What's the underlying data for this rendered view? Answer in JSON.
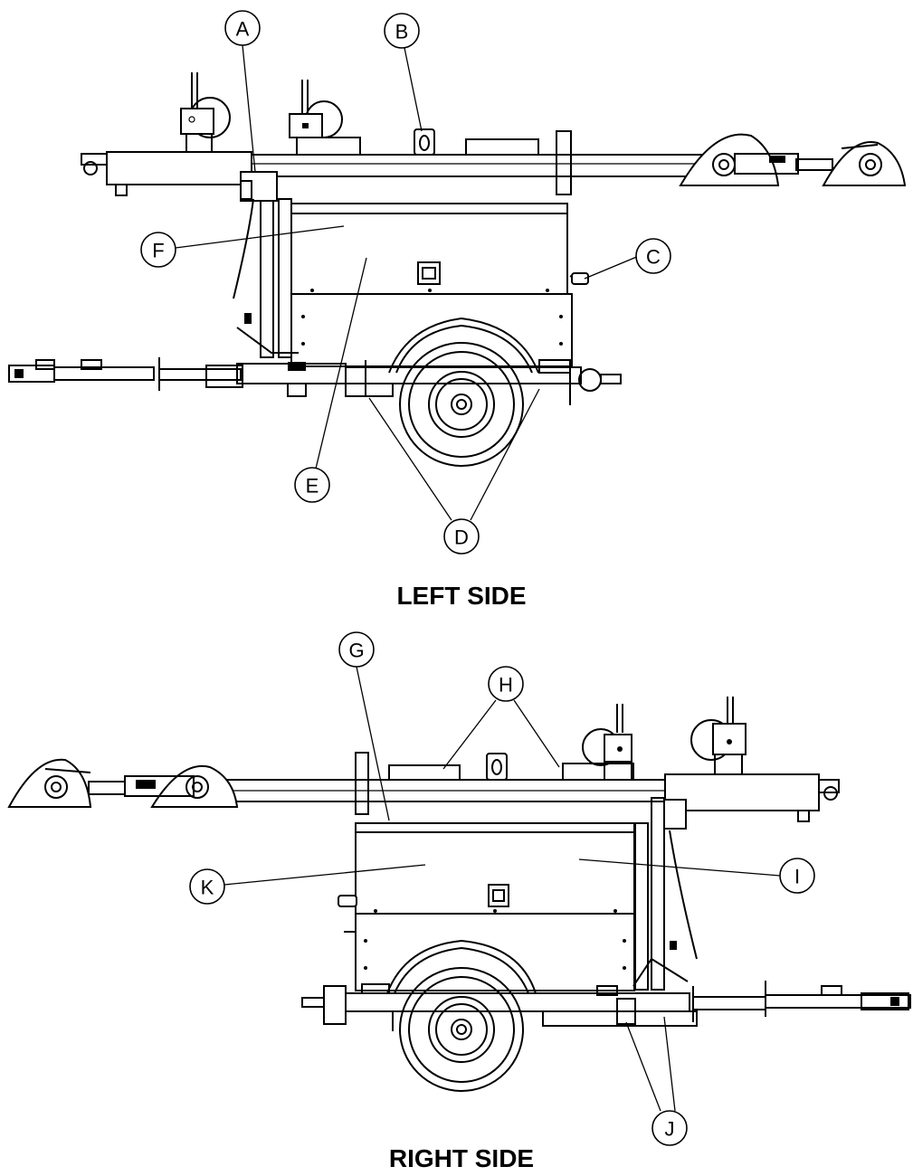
{
  "views": [
    {
      "id": "left",
      "title": "LEFT SIDE"
    },
    {
      "id": "right",
      "title": "RIGHT SIDE"
    }
  ],
  "callouts": {
    "A": "A",
    "B": "B",
    "C": "C",
    "D": "D",
    "E": "E",
    "F": "F",
    "G": "G",
    "H": "H",
    "I": "I",
    "J": "J",
    "K": "K"
  }
}
